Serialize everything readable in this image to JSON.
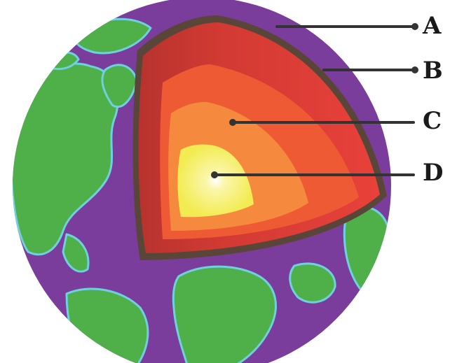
{
  "labels": {
    "a": "A",
    "b": "B",
    "c": "C",
    "d": "D"
  },
  "colors": {
    "ocean": "#7a3d9c",
    "land": "#4fb04a",
    "crust_edge": "#5a4638",
    "outer_layer": "#e8413a",
    "mantle": "#ee5a33",
    "outer_core": "#f58a3e",
    "inner_core": "#f2ec52",
    "leader_line": "#333333"
  }
}
